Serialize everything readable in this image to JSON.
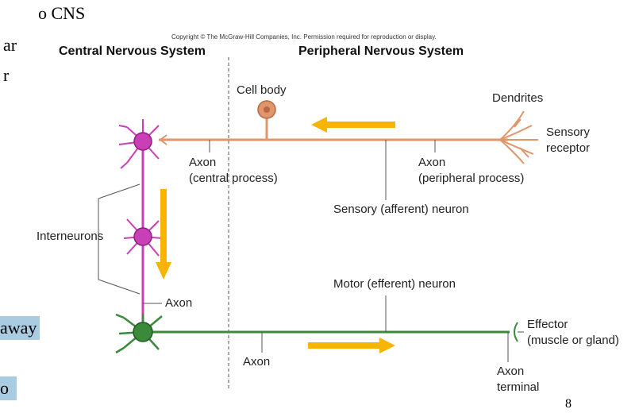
{
  "slide_fragments": {
    "line1": "o CNS",
    "line2": "ar",
    "line3": "r",
    "highlight1": "away",
    "highlight2": "o"
  },
  "figure": {
    "copyright": "Copyright © The McGraw-Hill Companies, Inc. Permission required for reproduction or display.",
    "cns_header": "Central Nervous System",
    "pns_header": "Peripheral Nervous System",
    "labels": {
      "cell_body": "Cell body",
      "dendrites": "Dendrites",
      "sensory_receptor_1": "Sensory",
      "sensory_receptor_2": "receptor",
      "axon_central_1": "Axon",
      "axon_central_2": "(central process)",
      "axon_peripheral_1": "Axon",
      "axon_peripheral_2": "(peripheral process)",
      "sensory_neuron": "Sensory (afferent) neuron",
      "interneurons": "Interneurons",
      "axon_inter": "Axon",
      "motor_neuron": "Motor (efferent) neuron",
      "axon_motor": "Axon",
      "effector_1": "Effector",
      "effector_2": "(muscle or gland)",
      "axon_terminal_1": "Axon",
      "axon_terminal_2": "terminal"
    },
    "colors": {
      "sensory": "#e0956b",
      "inter": "#c93fb5",
      "motor": "#3b8a3b",
      "arrow": "#f7b400"
    }
  },
  "page_number": "8"
}
